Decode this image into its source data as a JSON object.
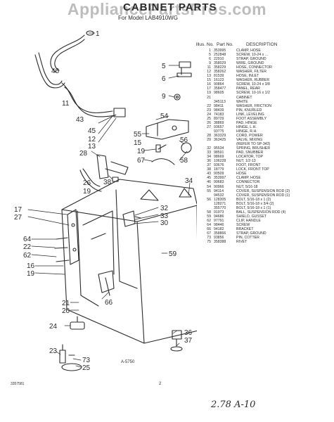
{
  "watermark": "AppliancePartsPros.com",
  "title": "CABINET PARTS",
  "model_line": "For Model LAB4910WG",
  "table_header": {
    "illus_no": "Illus. No.",
    "part_no": "Part No.",
    "description": "DESCRIPTION"
  },
  "parts": [
    {
      "no": "1",
      "part": "353995",
      "desc": "CLAMP, HOSE"
    },
    {
      "no": "5",
      "part": "252848",
      "desc": "SCREW, 10-24 x ..."
    },
    {
      "no": "6",
      "part": "22910",
      "desc": "STRAP, GROUND"
    },
    {
      "no": "9",
      "part": "358029",
      "desc": "WIRE, GROUND"
    },
    {
      "no": "11",
      "part": "358229",
      "desc": "HOSE, CONNECTOR"
    },
    {
      "no": "12",
      "part": "358262",
      "desc": "WASHER, FILTER"
    },
    {
      "no": "13",
      "part": "81539",
      "desc": "HOSE, INLET"
    },
    {
      "no": "15",
      "part": "16123",
      "desc": "WASHER, RUBBER"
    },
    {
      "no": "16",
      "part": "90864",
      "desc": "SCREW, 10-24 x 3/8"
    },
    {
      "no": "17",
      "part": "358477",
      "desc": "PANEL, REAR"
    },
    {
      "no": "19",
      "part": "98605",
      "desc": "SCREW, 10-16 x 1/2"
    },
    {
      "no": "21",
      "part": "",
      "desc": "CABINET"
    },
    {
      "no": "",
      "part": "345113",
      "desc": "WHITE"
    },
    {
      "no": "22",
      "part": "98411",
      "desc": "WASHER, FRICTION"
    },
    {
      "no": "23",
      "part": "98439",
      "desc": "PIN, KNURLED"
    },
    {
      "no": "24",
      "part": "74183",
      "desc": "LINK, LEVELING"
    },
    {
      "no": "25",
      "part": "89729",
      "desc": "FOOT ASSEMBLY"
    },
    {
      "no": "26",
      "part": "38869",
      "desc": "PAD, HINGE"
    },
    {
      "no": "27",
      "part": "93657",
      "desc": "HINGE, L.H."
    },
    {
      "no": "",
      "part": "93775",
      "desc": "HINGE, R.H."
    },
    {
      "no": "28",
      "part": "363329",
      "desc": "CORD, POWER"
    },
    {
      "no": "29",
      "part": "363425",
      "desc": "VALVE, MIXING"
    },
    {
      "no": "",
      "part": "",
      "desc": "(REFER TO SP-343)"
    },
    {
      "no": "32",
      "part": "95534",
      "desc": "SPRING, BRUSHER"
    },
    {
      "no": "33",
      "part": "98591",
      "desc": "PAD, SNUBBER"
    },
    {
      "no": "34",
      "part": "98669",
      "desc": "LOCATOR, TOP"
    },
    {
      "no": "36",
      "part": "106228",
      "desc": "NUT, 1/2-13"
    },
    {
      "no": "37",
      "part": "93676",
      "desc": "FOOT, FRONT"
    },
    {
      "no": "38",
      "part": "18779",
      "desc": "LOCK, FRONT TOP"
    },
    {
      "no": "43",
      "part": "90509",
      "desc": "HOSE"
    },
    {
      "no": "45",
      "part": "353997",
      "desc": "CLAMP, HOSE"
    },
    {
      "no": "46",
      "part": "90683",
      "desc": "CONNECTOR"
    },
    {
      "no": "54",
      "part": "90966",
      "desc": "NUT, 5/16-18"
    },
    {
      "no": "55",
      "part": "94114",
      "desc": "COVER, SUSPENSION ROD (2)"
    },
    {
      "no": "",
      "part": "94532",
      "desc": "COVER, SUSPENSION ROD (1)"
    },
    {
      "no": "56",
      "part": "128305",
      "desc": "BOLT, 5/16-18 x 1 (2)"
    },
    {
      "no": "",
      "part": "128271",
      "desc": "BOLT, 5/16-18 x 3/4 (2)"
    },
    {
      "no": "",
      "part": "355770",
      "desc": "BOLT, 5/16-18 x 1 (1)"
    },
    {
      "no": "58",
      "part": "91973",
      "desc": "BALL, SUSPENSION ROD (4)"
    },
    {
      "no": "59",
      "part": "94686",
      "desc": "SHIELD, GUSSET"
    },
    {
      "no": "62",
      "part": "97791",
      "desc": "CLIP, HANDLE"
    },
    {
      "no": "64",
      "part": "98446",
      "desc": "SCREW"
    },
    {
      "no": "66",
      "part": "94182",
      "desc": "BRACKET"
    },
    {
      "no": "67",
      "part": "358866",
      "desc": "STRAP, GROUND"
    },
    {
      "no": "73",
      "part": "93856",
      "desc": "PIN, COTTER"
    },
    {
      "no": "75",
      "part": "358388",
      "desc": "RIVET"
    }
  ],
  "callouts": {
    "c1": "1",
    "c46": "46",
    "c11": "11",
    "c43": "43",
    "c45": "45",
    "c12": "12",
    "c13": "13",
    "c28": "28",
    "c5": "5",
    "c6": "6",
    "c9": "9",
    "c54": "54",
    "c55": "55",
    "c15": "15",
    "c19a": "19",
    "c67": "67",
    "c56": "56",
    "c58": "58",
    "c38": "38",
    "c26": "26",
    "c19b": "19",
    "c34": "34",
    "c32": "32",
    "c33": "33",
    "c30": "30",
    "c17": "17",
    "c27": "27",
    "c64": "64",
    "c22": "22",
    "c62": "62",
    "c16": "16",
    "c19c": "19",
    "c59": "59",
    "c66": "66",
    "c21": "21",
    "c20": "20",
    "c24": "24",
    "c36": "36",
    "c37": "37",
    "c23": "23",
    "c73": "73",
    "c25": "25"
  },
  "figure_code": "A-5750",
  "doc_number": "3357581",
  "page_number": "2",
  "handwritten_note": "2.78  A-10"
}
